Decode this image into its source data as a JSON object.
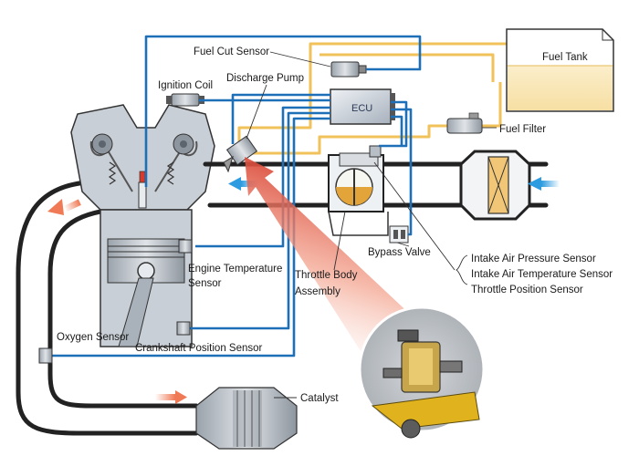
{
  "labels": {
    "fuel_cut_sensor": "Fuel Cut Sensor",
    "ignition_coil": "Ignition Coil",
    "discharge_pump": "Discharge Pump",
    "fuel_tank": "Fuel Tank",
    "ecu": "ECU",
    "fuel_filter": "Fuel Filter",
    "bypass_valve": "Bypass Valve",
    "throttle_body_1": "Throttle Body",
    "throttle_body_2": "Assembly",
    "engine_temp_1": "Engine Temperature",
    "engine_temp_2": "Sensor",
    "intake_air_pressure": "Intake Air Pressure Sensor",
    "intake_air_temperature": "Intake Air Temperature Sensor",
    "throttle_position": "Throttle Position Sensor",
    "oxygen_sensor": "Oxygen Sensor",
    "crankshaft_position": "Crankshaft Position Sensor",
    "catalyst": "Catalyst"
  },
  "colors": {
    "fuel_line": "#f2c25a",
    "signal_wire": "#1d6fb8",
    "intake_arrow": "#2c9be0",
    "exhaust_arrow": "#f07a55",
    "engine_body": "#c9cfd6",
    "highlight_arrow": "#d63a2a"
  }
}
